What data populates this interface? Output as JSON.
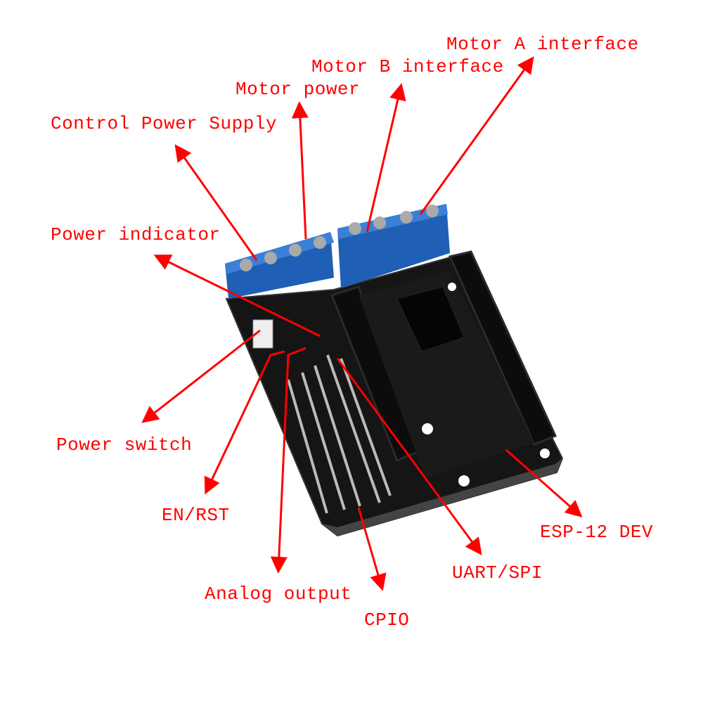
{
  "labels": {
    "motor_a": "Motor A interface",
    "motor_b": "Motor B interface",
    "motor_power": "Motor power",
    "control_power": "Control Power Supply",
    "power_indicator": "Power indicator",
    "power_switch": "Power switch",
    "en_rst": "EN/RST",
    "analog_output": "Analog output",
    "gpio": "CPIO",
    "uart_spi": "UART/SPI",
    "esp12": "ESP-12 DEV"
  },
  "colors": {
    "annotation": "#ff0000",
    "board": "#111111",
    "terminal": "#1f5fb5"
  }
}
